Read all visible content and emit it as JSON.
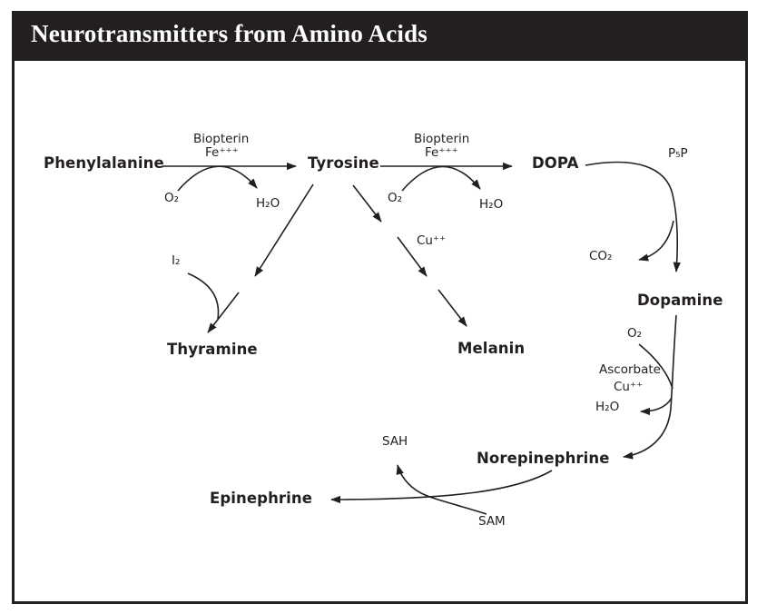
{
  "title_bar": {
    "title": "Neurotransmitters from Amino Acids"
  },
  "colors": {
    "ink": "#231f20",
    "title_background": "#231f20",
    "title_text": "#fefefe",
    "page_background": "#ffffff"
  },
  "diagram": {
    "metabolites": {
      "phenylalanine": "Phenylalanine",
      "tyrosine": "Tyrosine",
      "dopa": "DOPA",
      "dopamine": "Dopamine",
      "thyramine": "Thyramine",
      "melanin": "Melanin",
      "norepinephrine": "Norepinephrine",
      "epinephrine": "Epinephrine"
    },
    "cofactors": {
      "biopterin_1": "Biopterin",
      "fe_1": "Fe⁺⁺⁺",
      "o2_1": "O₂",
      "h2o_1": "H₂O",
      "biopterin_2": "Biopterin",
      "fe_2": "Fe⁺⁺⁺",
      "o2_2": "O₂",
      "h2o_2": "H₂O",
      "p5p": "P₅P",
      "co2": "CO₂",
      "i2": "I₂",
      "cu_melanin": "Cu⁺⁺",
      "o2_3": "O₂",
      "ascorbate": "Ascorbate",
      "cu_dbh": "Cu⁺⁺",
      "h2o_3": "H₂O",
      "sah": "SAH",
      "sam": "SAM"
    },
    "reactions": [
      "Phenylalanine to Tyrosine (Biopterin, Fe+++, O2 to H2O)",
      "Tyrosine to DOPA (Biopterin, Fe+++, O2 to H2O)",
      "Tyrosine to Thyramine (I2)",
      "Tyrosine to Melanin (Cu++)",
      "DOPA to Dopamine (P5P, releases CO2)",
      "Dopamine to Norepinephrine (O2, Ascorbate, Cu++, releases H2O)",
      "Norepinephrine to Epinephrine (SAM to SAH)"
    ]
  }
}
